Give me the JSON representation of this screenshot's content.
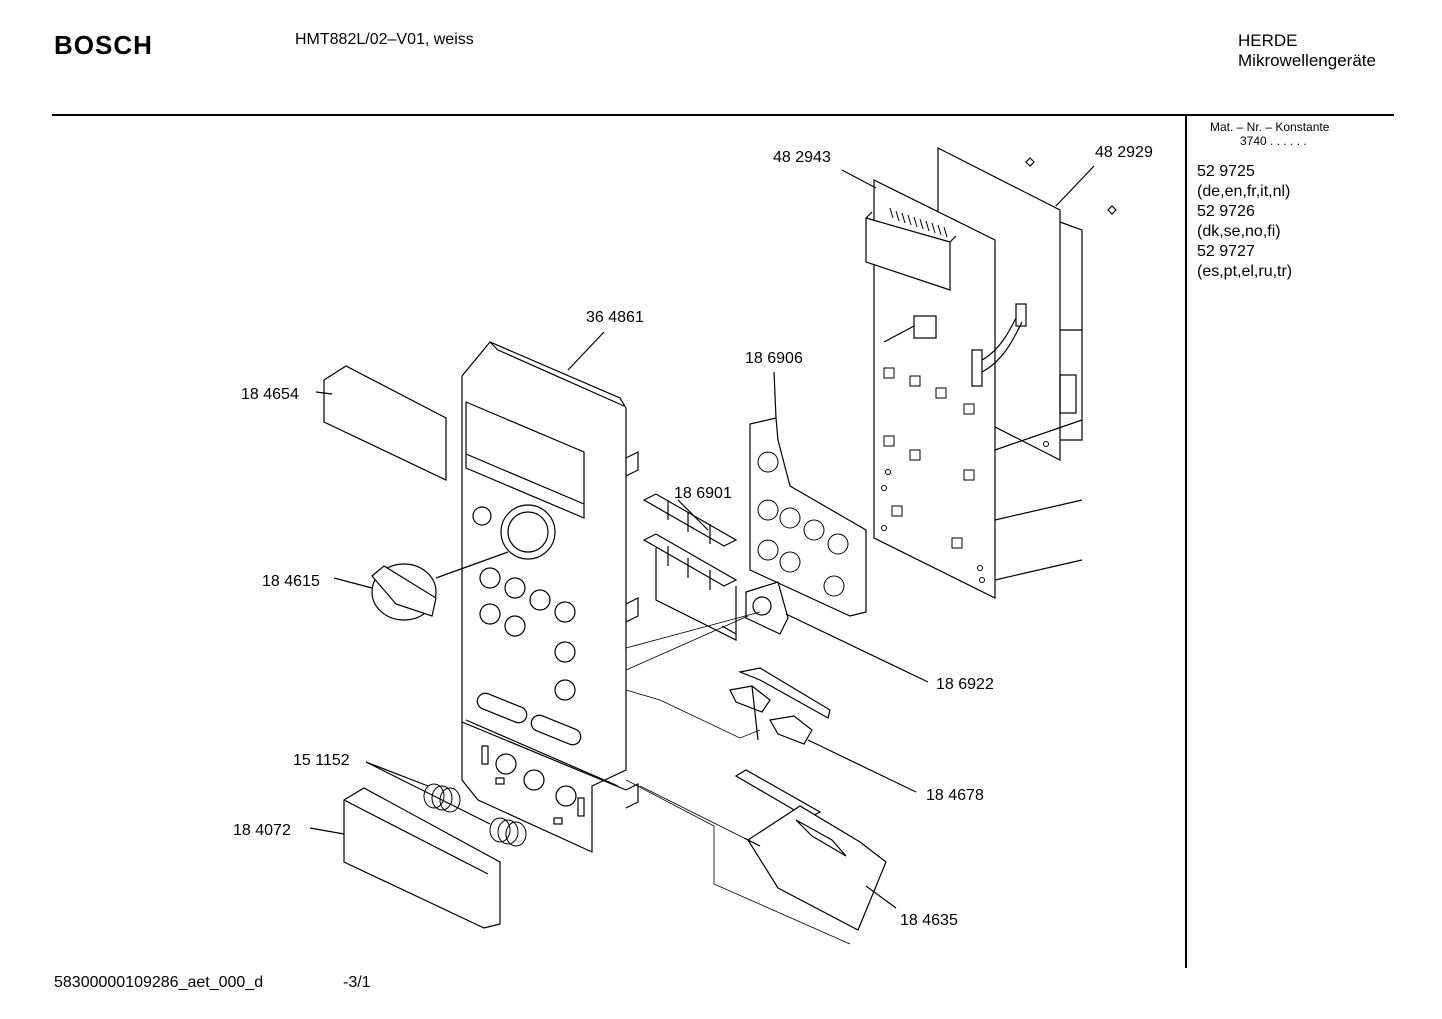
{
  "header": {
    "brand": "BOSCH",
    "model": "HMT882L/02–V01, weiss",
    "category_line1": "HERDE",
    "category_line2": "Mikrowellengeräte"
  },
  "material_panel": {
    "heading": "Mat. – Nr. – Konstante",
    "constant": "3740 . . . . . .",
    "entries": [
      "52 9725",
      "(de,en,fr,it,nl)",
      "52 9726",
      "(dk,se,no,fi)",
      "52 9727",
      "(es,pt,el,ru,tr)"
    ]
  },
  "part_labels": {
    "p482943": "48 2943",
    "p482929": "48 2929",
    "p364861": "36 4861",
    "p186906": "18 6906",
    "p184654": "18 4654",
    "p186901": "18 6901",
    "p184615": "18 4615",
    "p186922": "18 6922",
    "p184678": "18 4678",
    "p151152": "15 1152",
    "p184072": "18 4072",
    "p184635": "18 4635"
  },
  "footer": {
    "document_id": "58300000109286_aet_000_d",
    "page": "-3/1"
  }
}
